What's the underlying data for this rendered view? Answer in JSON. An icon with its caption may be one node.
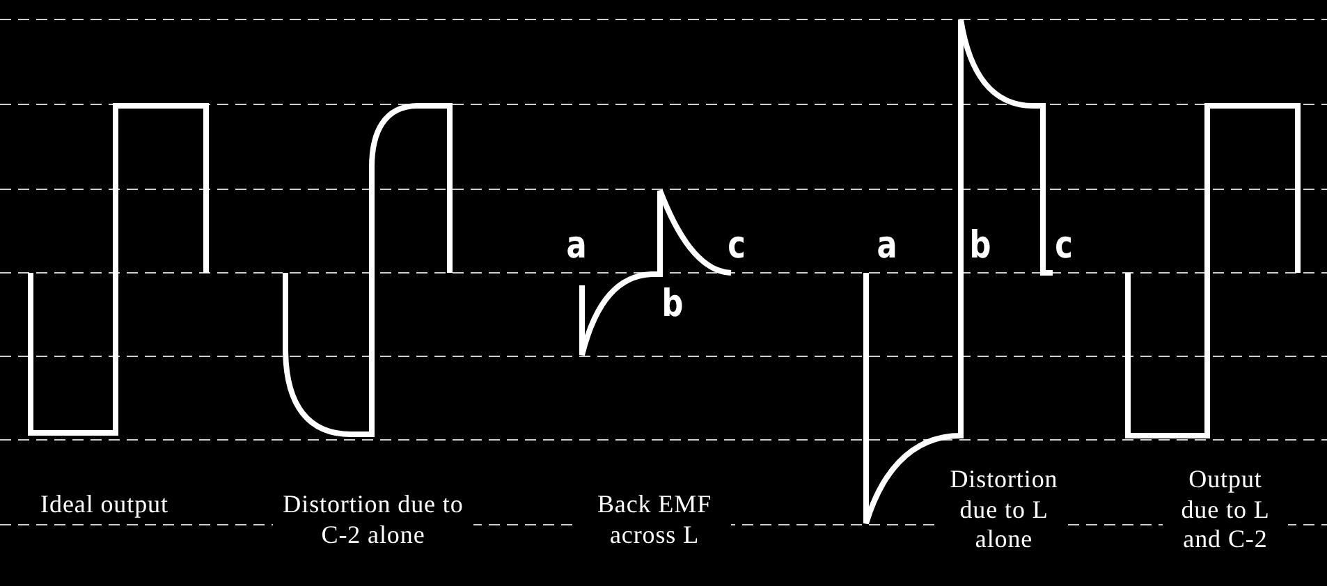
{
  "diagram": {
    "labels": [
      "a",
      "c",
      "a",
      "b",
      "c",
      "b",
      "Ideal output",
      "Distortion due to C-2 alone",
      "Back EMF across L",
      "Distortion due to L alone",
      "Output due to L and C-2"
    ]
  }
}
